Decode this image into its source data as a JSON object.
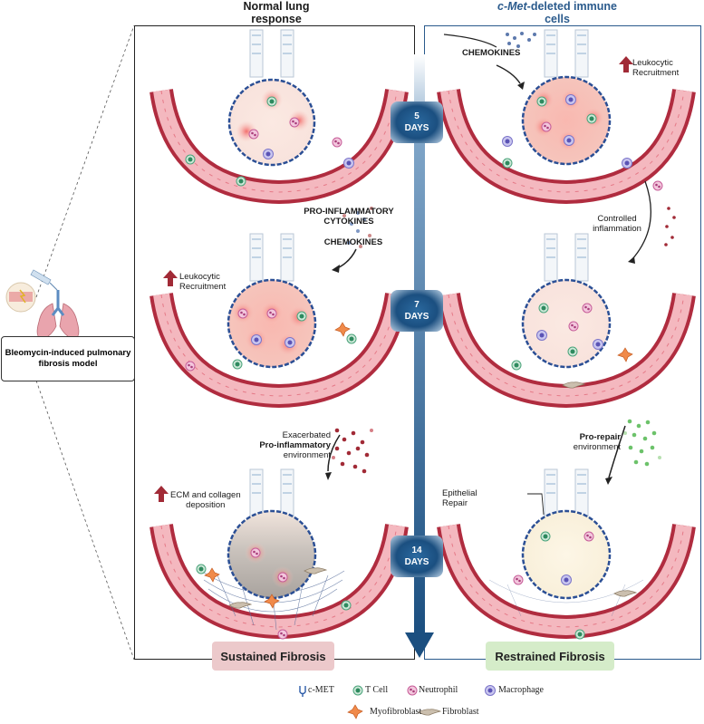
{
  "headers": {
    "left": "Normal lung response",
    "right_italic": "c-Met",
    "right_rest": "-deleted immune cells"
  },
  "model": {
    "label": "Bleomycin-induced pulmonary fibrosis model"
  },
  "timeline": {
    "days": [
      {
        "number": "5",
        "unit": "DAYS"
      },
      {
        "number": "7",
        "unit": "DAYS"
      },
      {
        "number": "14",
        "unit": "DAYS"
      }
    ]
  },
  "left_annotations": {
    "cytokines_1": "PRO-INFLAMMATORY",
    "cytokines_2": "CYTOKINES",
    "chemokines": "CHEMOKINES",
    "leuko_1": "Leukocytic",
    "leuko_2": "Recruitment",
    "exac_1": "Exacerbated",
    "exac_2": "Pro-inflammatory",
    "exac_3": "environment",
    "ecm_1": "ECM and collagen",
    "ecm_2": "deposition"
  },
  "right_annotations": {
    "chemokines": "CHEMOKINES",
    "leuko_1": "Leukocytic",
    "leuko_2": "Recruitment",
    "controlled_1": "Controlled",
    "controlled_2": "inflammation",
    "prorepair_1": "Pro-repair",
    "prorepair_2": "environment",
    "epi_1": "Epithelial",
    "epi_2": "Repair"
  },
  "outcomes": {
    "left": "Sustained Fibrosis",
    "right": "Restrained Fibrosis"
  },
  "legend": {
    "cmet": "c-MET",
    "tcell": "T Cell",
    "neutrophil": "Neutrophil",
    "macrophage": "Macrophage",
    "myofibroblast": "Myofibroblast",
    "fibroblast": "Fibroblast"
  },
  "colors": {
    "vessel": "#c8364a",
    "vessel_light": "#f2b8bf",
    "timeline_arrow": "#1b4f80",
    "right_border": "#2a5a8c",
    "inflammation": "#f47a7a",
    "sustained_bg": "#ecc9cb",
    "restrained_bg": "#d5ecc9",
    "pro_repair_dots": "#6cc26a",
    "pro_inflam_dots": "#a12a36",
    "up_arrow": "#a12a36"
  }
}
